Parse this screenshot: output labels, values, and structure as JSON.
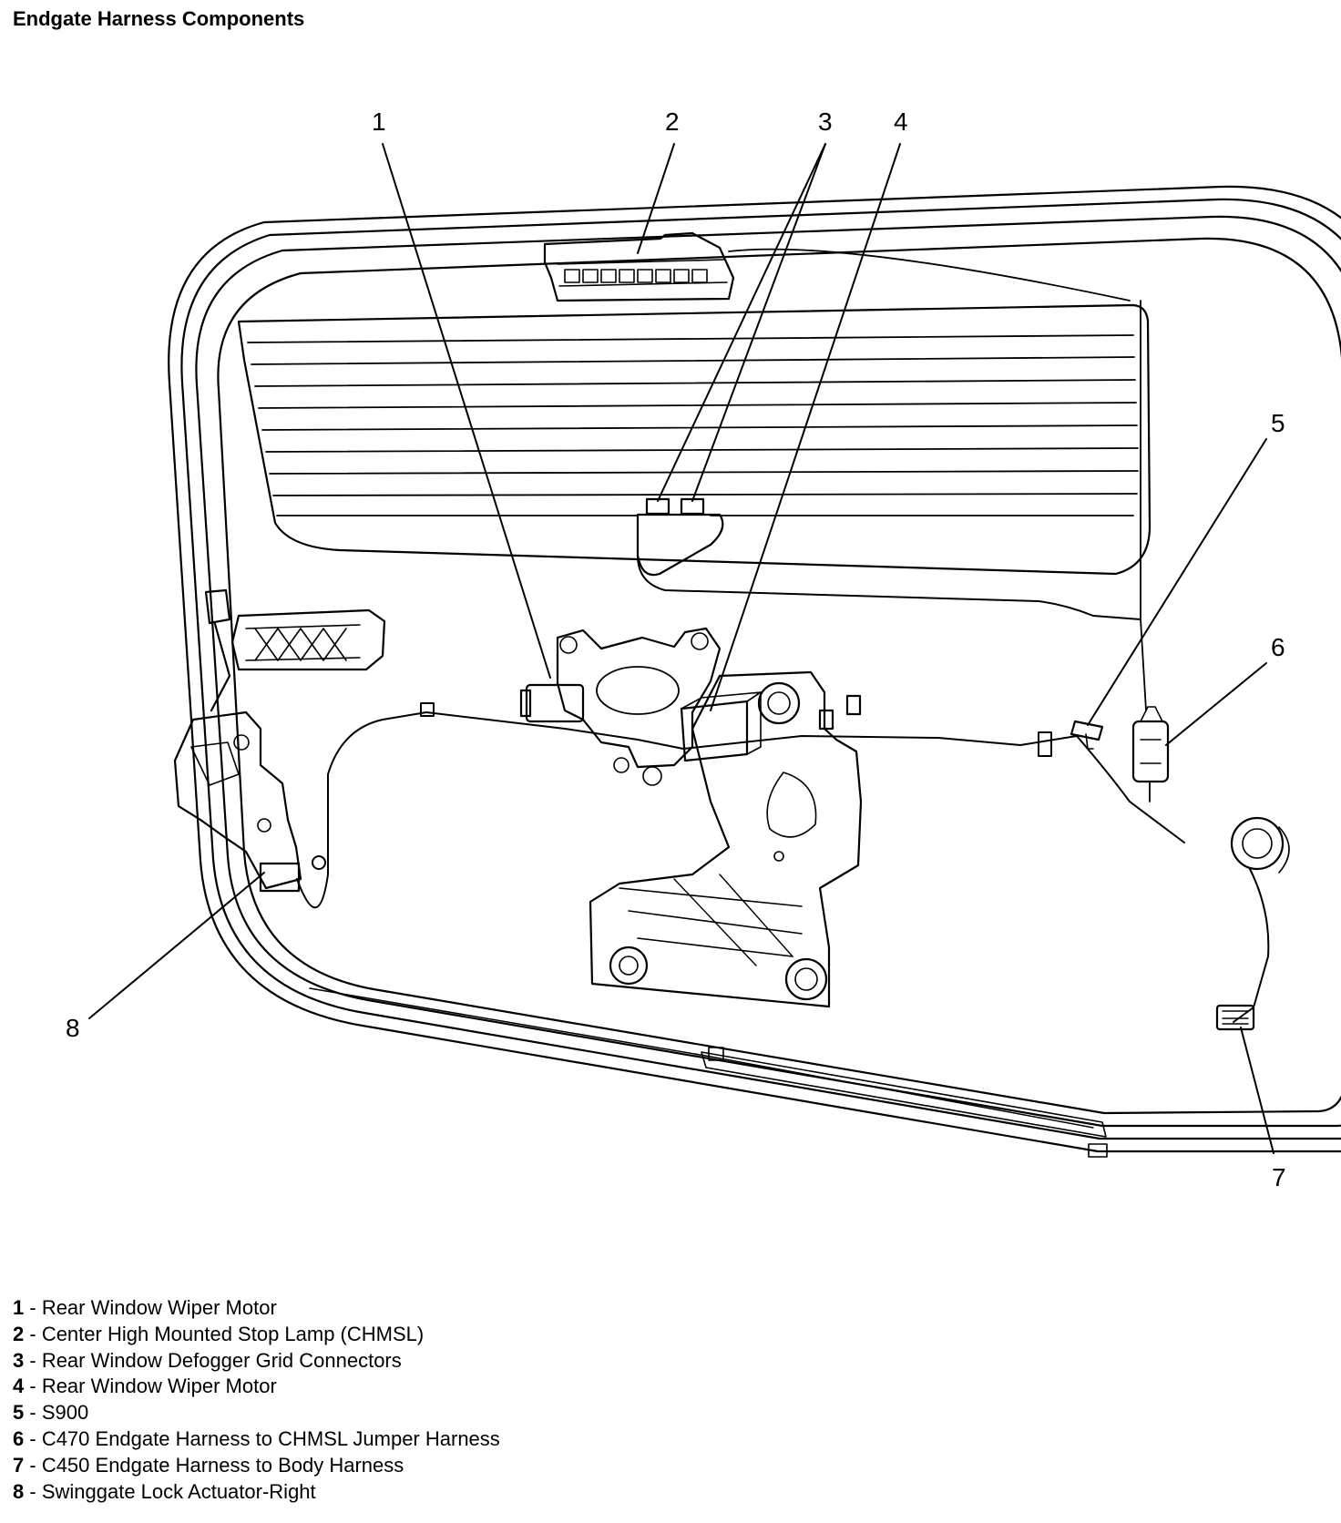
{
  "title": "Endgate Harness Components",
  "callouts": [
    {
      "number": "1",
      "description": "Rear Window Wiper Motor"
    },
    {
      "number": "2",
      "description": "Center High Mounted Stop Lamp (CHMSL)"
    },
    {
      "number": "3",
      "description": "Rear Window Defogger Grid Connectors"
    },
    {
      "number": "4",
      "description": "Rear Window Wiper Motor"
    },
    {
      "number": "5",
      "description": "S900"
    },
    {
      "number": "6",
      "description": "C470 Endgate Harness to CHMSL Jumper Harness"
    },
    {
      "number": "7",
      "description": "C450 Endgate Harness to Body Harness"
    },
    {
      "number": "8",
      "description": "Swinggate Lock Actuator-Right"
    }
  ],
  "separator": " - "
}
